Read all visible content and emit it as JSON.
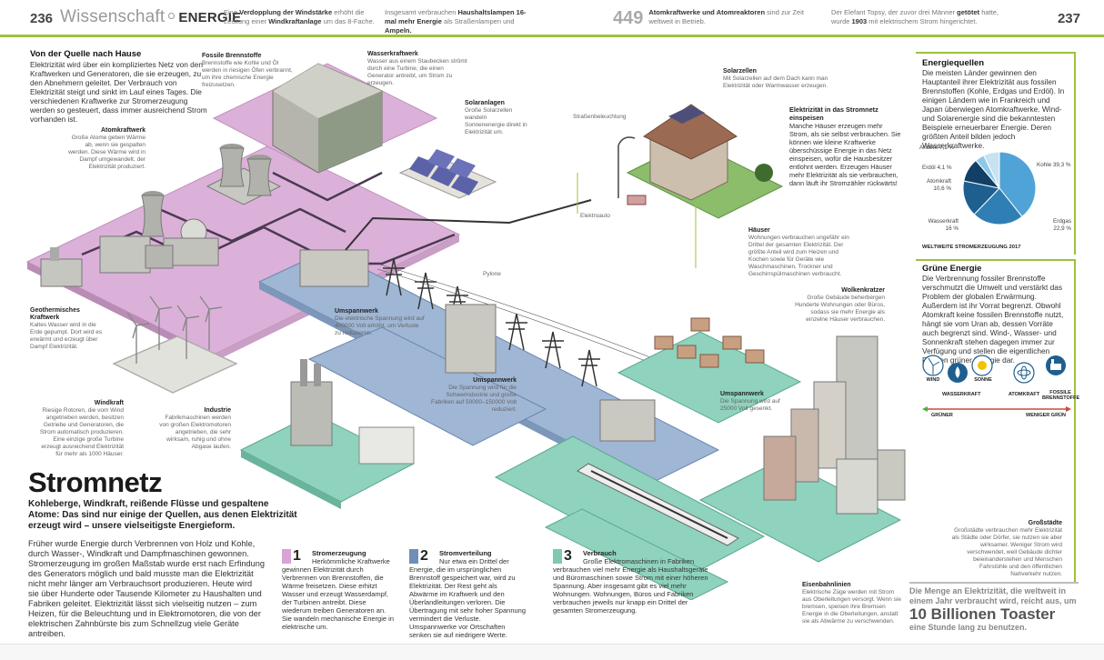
{
  "header": {
    "page_left": "236",
    "page_right": "237",
    "section": "Wissenschaft",
    "topic": "ENERGIE",
    "fact1_pre": "Eine ",
    "fact1_b1": "Verdopplung der Windstärke",
    "fact1_mid": " erhöht die Leistung einer ",
    "fact1_b2": "Windkraftanlage",
    "fact1_post": " um das 8-Fache.",
    "fact2_pre": "Insgesamt verbrauchen ",
    "fact2_b1": "Haushaltslampen 16-mal mehr Energie",
    "fact2_mid": " als Straßenlampen und ",
    "fact2_b2": "Ampeln.",
    "fact3_num": "449",
    "fact3_b": "Atomkraftwerke und Atomreaktoren",
    "fact3_post": " sind zur Zeit weltweit in Betrieb.",
    "fact4_pre": "Der Elefant Topsy, der zuvor drei Männer ",
    "fact4_b1": "getötet",
    "fact4_mid": " hatte, wurde ",
    "fact4_b2": "1903",
    "fact4_post": " mit elektrischem Strom hingerichtet."
  },
  "intro": {
    "title": "Von der Quelle nach Hause",
    "text": "Elektrizität wird über ein kompliziertes Netz von den Kraftwerken und Generatoren, die sie erzeugen, zu den Abnehmern geleitet. Der Verbrauch von Elektrizität steigt und sinkt im Lauf eines Tages. Die verschiedenen Kraftwerke zur Stromerzeugung werden so gesteuert, dass immer ausreichend Strom vorhanden ist."
  },
  "labels": {
    "fossile_t": "Fossile Brennstoffe",
    "fossile": "Brennstoffe wie Kohle und Öl werden in riesigen Öfen verbrannt, um ihre chemische Energie freizusetzen.",
    "wasser_t": "Wasserkraftwerk",
    "wasser": "Wasser aus einem Staubecken strömt durch eine Turbine, die einen Generator antreibt, um Strom zu erzeugen.",
    "atom_t": "Atomkraftwerk",
    "atom": "Große Atome geben Wärme ab, wenn sie gespalten werden. Diese Wärme wird in Dampf umgewandelt, der Elektrizität produziert.",
    "solaranl_t": "Solaranlagen",
    "solaranl": "Große Solarzellen wandeln Sonnenenergie direkt in Elektrizität um.",
    "solarz_t": "Solarzellen",
    "solarz": "Mit Solarzellen auf dem Dach kann man Elektrizität oder Warmwasser erzeugen.",
    "strassen": "Straßenbeleuchtung",
    "einsp_t": "Elektrizität in das Stromnetz einspeisen",
    "einsp": "Manche Häuser erzeugen mehr Strom, als sie selbst verbrauchen. Sie können wie kleine Kraftwerke überschüssige Energie in das Netz einspeisen, wofür die Hausbesitzer entlohnt werden. Erzeugen Häuser mehr Elektrizität als sie verbrauchen, dann läuft ihr Stromzähler rückwärts!",
    "elektroauto": "Elektroauto",
    "geo_t": "Geothermisches Kraftwerk",
    "geo": "Kaltes Wasser wird in die Erde gepumpt. Dort wird es erwärmt und erzeugt über Dampf Elektrizität.",
    "pylone": "Pylone",
    "umsp1_t": "Umspannwerk",
    "umsp1": "Die elektrische Spannung wird auf 400000 Volt erhöht, um Verluste zu reduzieren.",
    "haeuser_t": "Häuser",
    "haeuser": "Wohnungen verbrauchen ungefähr ein Drittel der gesamten Elektrizität. Der größte Anteil wird zum Heizen und Kochen sowie für Geräte wie Waschmaschinen, Trockner und Geschirrspülmaschinen verbraucht.",
    "wolken_t": "Wolkenkratzer",
    "wolken": "Große Gebäude beherbergen Hunderte Wohnungen oder Büros, sodass sie mehr Energie als einzelne Häuser verbrauchen.",
    "umsp2_t": "Umspannwerk",
    "umsp2": "Die Spannung wird für die Schwerindustrie und große Fabriken auf 50000–150000 Volt reduziert.",
    "wind_t": "Windkraft",
    "wind": "Riesige Rotoren, die vom Wind angetrieben werden, besitzen Getriebe und Generatoren, die Strom automatisch produzieren. Eine einzige große Turbine erzeugt ausreichend Elektrizität für mehr als 1000 Häuser.",
    "ind_t": "Industrie",
    "ind": "Fabrikmaschinen werden von großen Elektromotoren angetrieben, die sehr wirksam, ruhig und ohne Abgase laufen.",
    "umsp3_t": "Umspannwerk",
    "umsp3": "Die Spannung wird auf 25000 Volt gesenkt.",
    "bahn_t": "Eisenbahnlinien",
    "bahn": "Elektrische Züge werden mit Strom aus Oberleitungen versorgt. Wenn sie bremsen, speisen ihre Bremsen Energie in die Oberleitungen, anstatt sie als Abwärme zu verschwenden.",
    "gross_t": "Großstädte",
    "gross": "Großstädte verbrauchen mehr Elektrizität als Städte oder Dörfer, sie nutzen sie aber wirksamer. Weniger Strom wird verschwendet, weil Gebäude dichter beieinanderstehen und Menschen Fahrstühle und den öffentlichen Nahverkehr nutzen."
  },
  "main": {
    "title": "Stromnetz",
    "lead": "Kohleberge, Windkraft, reißende Flüsse und gespaltene Atome: Das sind nur einige der Quellen, aus denen Elektrizität erzeugt wird – unsere vielseitigste Energieform.",
    "body": "Früher wurde Energie durch Verbrennen von Holz und Kohle, durch Wasser-, Windkraft und Dampfmaschinen gewonnen. Stromerzeugung im großen Maßstab wurde erst nach Erfindung des Generators möglich und bald musste man die Elektrizität nicht mehr länger am Verbrauchsort produzieren. Heute wird sie über Hunderte oder Tausende Kilometer zu Haushalten und Fabriken geleitet. Elektrizität lässt sich vielseitig nutzen – zum Heizen, für die Beleuchtung und in Elektromotoren, die von der elektrischen Zahnbürste bis zum Schnellzug viele Geräte antreiben."
  },
  "steps": [
    {
      "num": "1",
      "title": "Stromerzeugung",
      "text": "Herkömmliche Kraftwerke gewinnen Elektrizität durch Verbrennen von Brennstoffen, die Wärme freisetzen. Diese erhitzt Wasser und erzeugt Wasserdampf, der Turbinen antreibt. Diese wiederum treiben Generatoren an. Sie wandeln mechanische Energie in elektrische um.",
      "color": "#d9a3d6"
    },
    {
      "num": "2",
      "title": "Stromverteilung",
      "text": "Nur etwa ein Drittel der Energie, die im ursprünglichen Brennstoff gespeichert war, wird zu Elektrizität. Der Rest geht als Abwärme im Kraftwerk und den Überlandleitungen verloren. Die Übertragung mit sehr hoher Spannung vermindert die Verluste. Umspannwerke vor Ortschaften senken sie auf niedrigere Werte.",
      "color": "#6f8fb8"
    },
    {
      "num": "3",
      "title": "Verbrauch",
      "text": "Große Elektromaschinen in Fabriken verbrauchen viel mehr Energie als Haushaltsgeräte und Büromaschinen sowie Strom mit einer höheren Spannung. Aber insgesamt gibt es viel mehr Wohnungen. Wohnungen, Büros und Fabriken verbrauchen jeweils nur knapp ein Drittel der gesamten Stromerzeugung.",
      "color": "#7fc9b2"
    }
  ],
  "sidebar": {
    "q_title": "Energiequellen",
    "q_text": "Die meisten Länder gewinnen den Hauptanteil ihrer Elektrizität aus fossilen Brennstoffen (Kohle, Erdgas und Erdöl). In einigen Ländern wie in Frankreich und Japan überwiegen Atomkraftwerke. Wind- und Solarenergie sind die bekanntesten Beispiele erneuerbarer Energie. Deren größten Anteil bilden jedoch Wasserkraftwerke.",
    "pie_caption": "WELTWEITE STROMERZEUGUNG 2017",
    "g_title": "Grüne Energie",
    "g_text": "Die Verbrennung fossiler Brennstoffe verschmutzt die Umwelt und verstärkt das Problem der globalen Erwärmung. Außerdem ist ihr Vorrat begrenzt. Obwohl Atomkraft keine fossilen Brennstoffe nutzt, hängt sie vom Uran ab, dessen Vorräte auch begrenzt sind. Wind-, Wasser- und Sonnenkraft stehen dagegen immer zur Verfügung und stellen die eigentlichen Formen grüner Energie dar.",
    "icons": [
      "WIND",
      "WASSERKRAFT",
      "SONNE",
      "ATOMKRAFT",
      "FOSSILE BRENNSTOFFE"
    ],
    "greener": "GRÜNER",
    "less_green": "WENIGER GRÜN"
  },
  "chart_data": {
    "type": "pie",
    "title": "WELTWEITE STROMERZEUGUNG 2017",
    "categories": [
      "Kohle",
      "Erdgas",
      "Wasserkraft",
      "Atomkraft",
      "Erdöl",
      "Andere"
    ],
    "values": [
      39.3,
      22.9,
      16,
      10.6,
      4.1,
      7.1
    ],
    "labels": [
      "Kohle 39,3 %",
      "Erdgas 22,9 %",
      "Wasserkraft 16 %",
      "Atomkraft 10,6 %",
      "Erdöl 4,1 %",
      "Andere 7,1 %"
    ],
    "colors": [
      "#4fa3d6",
      "#2f7fb4",
      "#1e5f8f",
      "#123f66",
      "#8ec8e8",
      "#c7e3f2"
    ]
  },
  "toaster": {
    "pre": "Die Menge an Elektrizität, die weltweit in einem Jahr verbraucht wird, reicht aus, um",
    "big": "10 Billionen Toaster",
    "post": "eine Stunde lang zu benutzen."
  }
}
